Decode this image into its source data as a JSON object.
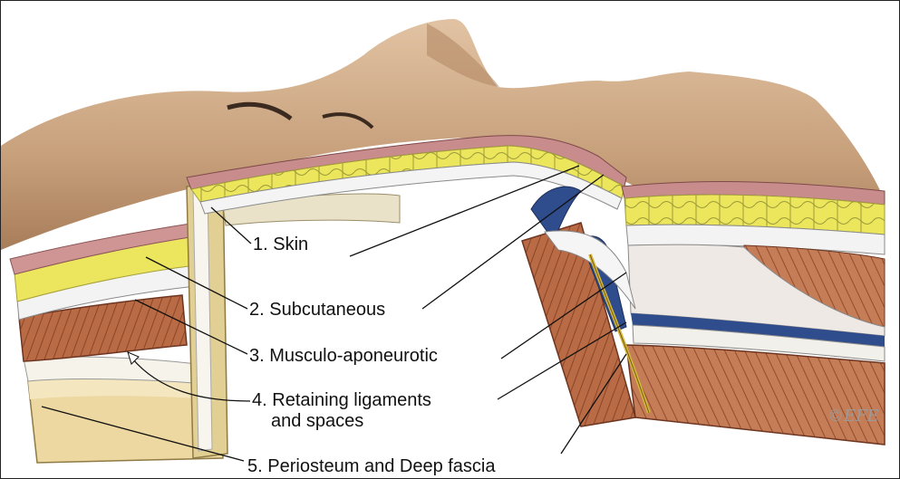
{
  "labels": [
    {
      "num": "1.",
      "text": "Skin"
    },
    {
      "num": "2.",
      "text": "Subcutaneous"
    },
    {
      "num": "3.",
      "text": "Musculo-aponeurotic"
    },
    {
      "num": "4.",
      "text": "Retaining ligaments",
      "text2": "and spaces"
    },
    {
      "num": "5.",
      "text": "Periosteum and Deep fascia"
    }
  ],
  "watermark": "©EFE",
  "colors": {
    "skin_surface": "#c9a27c",
    "dermis": "#c98f8f",
    "fat": "#e8e35a",
    "smas": "#f2f2f2",
    "muscle": "#b86a45",
    "deep_fascia": "#f1efe6",
    "bone": "#e9d9a6",
    "vessel": "#2f4c8c"
  }
}
